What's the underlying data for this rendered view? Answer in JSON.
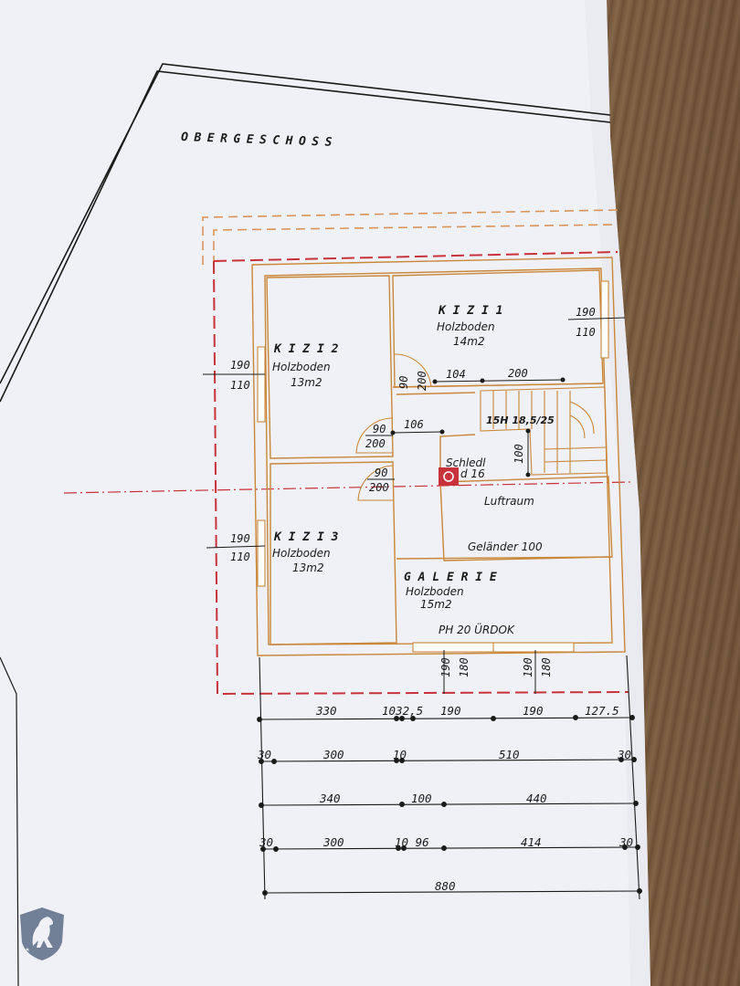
{
  "plan": {
    "title": "OBERGESCHOSS",
    "rooms": {
      "kizi1": {
        "name": "K I Z I   1",
        "floor": "Holzboden",
        "area": "14m2"
      },
      "kizi2": {
        "name": "K I Z I   2",
        "floor": "Holzboden",
        "area": "13m2"
      },
      "kizi3": {
        "name": "K I Z I   3",
        "floor": "Holzboden",
        "area": "13m2"
      },
      "galerie": {
        "name": "G A L E R I E",
        "floor": "Holzboden",
        "area": "15m2"
      },
      "luftraum": {
        "name": "Luftraum",
        "railing": "Geländer 100"
      }
    },
    "annotations": {
      "stair": "15H 18,5/25",
      "chimney_1": "Schledl",
      "chimney_2": "d 16",
      "ph": "PH 20 ÜRDOK"
    },
    "windows": {
      "w1_top": "190",
      "w1_bottom": "110",
      "w2_top": "190",
      "w2_bottom": "110",
      "w3_top": "190",
      "w3_bottom": "110",
      "south_a_1": "190",
      "south_a_2": "180",
      "south_b_1": "190",
      "south_b_2": "180"
    },
    "doors": {
      "d1_top": "90",
      "d1_bottom": "200",
      "d2_top": "90",
      "d2_bottom": "200",
      "d3_top": "90",
      "d3_bottom": "200"
    },
    "inner_dims": {
      "a": "104",
      "b": "200",
      "c": "106",
      "d": "100"
    },
    "dim_rows": {
      "row1": [
        "330",
        "1032,5",
        "190",
        "190",
        "127.5"
      ],
      "row2": [
        "30",
        "300",
        "10",
        "510",
        "30"
      ],
      "row3": [
        "340",
        "100",
        "440"
      ],
      "row4": [
        "30",
        "300",
        "10 96",
        "414",
        "30"
      ],
      "row5": [
        "880"
      ]
    }
  },
  "colors": {
    "paper": "#f2f3f7",
    "wall": "#c9873a",
    "red_dash": "#c8323a",
    "ink": "#1a1a1a",
    "wood": "#846447"
  }
}
